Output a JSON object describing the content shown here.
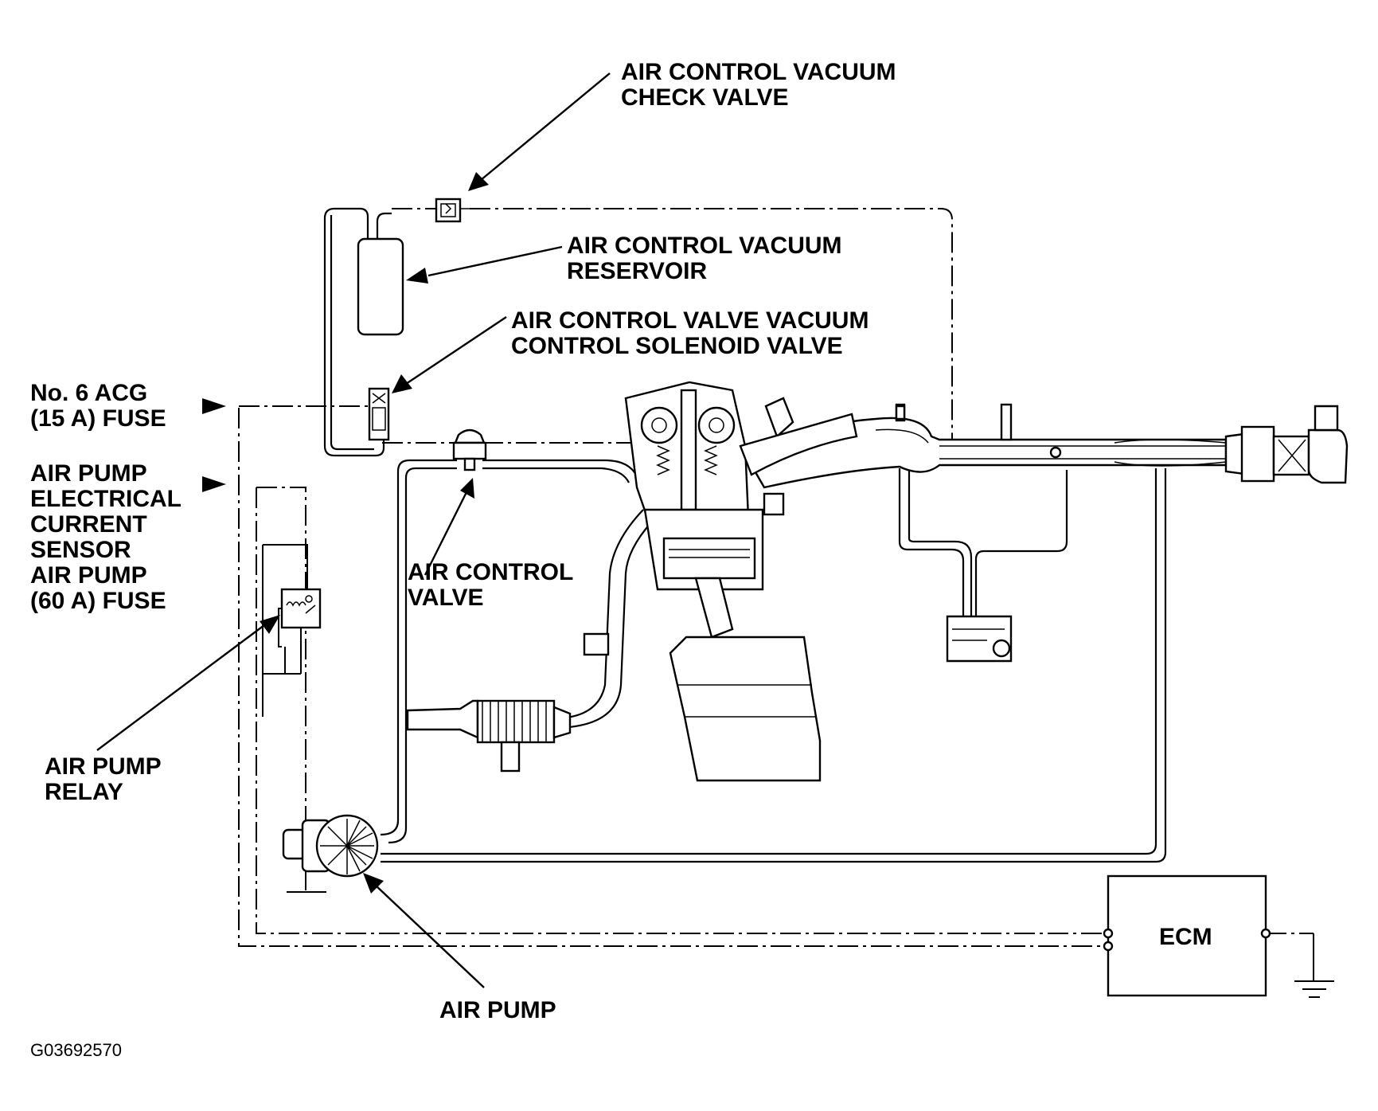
{
  "diagram": {
    "labels": {
      "check_valve": [
        "AIR CONTROL VACUUM",
        "CHECK VALVE"
      ],
      "reservoir": [
        "AIR CONTROL VACUUM",
        "RESERVOIR"
      ],
      "solenoid": [
        "AIR CONTROL VALVE VACUUM",
        "CONTROL SOLENOID VALVE"
      ],
      "acg_fuse": [
        "No. 6 ACG",
        "(15 A) FUSE"
      ],
      "current_sensor": [
        "AIR PUMP",
        "ELECTRICAL",
        "CURRENT",
        "SENSOR"
      ],
      "pump_fuse": [
        "AIR PUMP",
        "(60 A) FUSE"
      ],
      "air_control_valve": [
        "AIR CONTROL",
        "VALVE"
      ],
      "relay": [
        "AIR PUMP",
        "RELAY"
      ],
      "air_pump": [
        "AIR PUMP"
      ],
      "ecm": "ECM",
      "figure_code": "G03692570"
    },
    "icons": [
      "check-valve-icon",
      "vacuum-reservoir-icon",
      "solenoid-valve-icon",
      "relay-icon",
      "air-pump-icon",
      "ground-icon",
      "engine-cutaway-icon",
      "intake-manifold-icon",
      "air-filter-icon"
    ]
  }
}
